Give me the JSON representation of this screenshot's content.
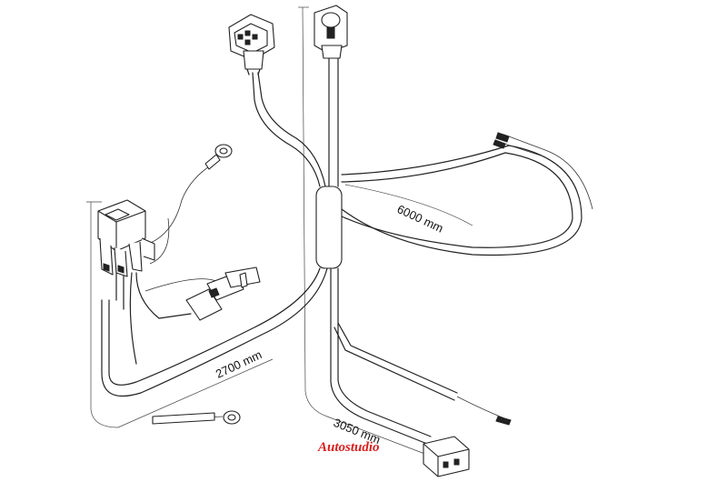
{
  "dimensions": {
    "length_1": "6000 mm",
    "length_2": "2700 mm",
    "length_3": "3050 mm"
  },
  "watermark": "Autostudio",
  "colors": {
    "line": "#222222",
    "background": "#ffffff",
    "watermark": "#d81e1e"
  }
}
